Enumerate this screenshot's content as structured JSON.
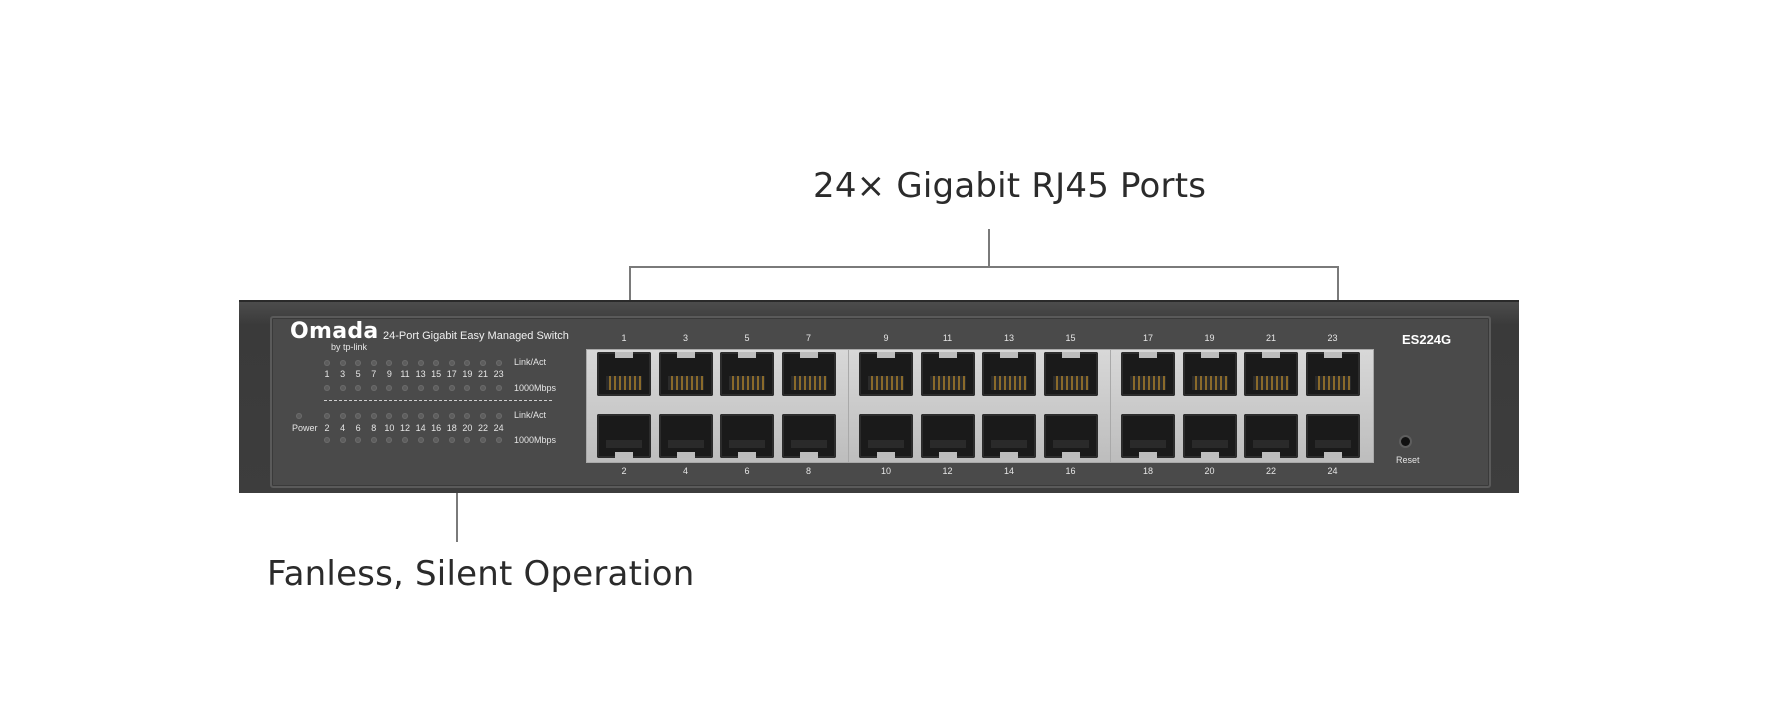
{
  "callouts": {
    "ports": "24× Gigabit RJ45 Ports",
    "fanless": "Fanless, Silent Operation"
  },
  "device": {
    "brand": "Omada",
    "brand_sub": "by tp-link",
    "panel_title": "24-Port Gigabit Easy Managed Switch",
    "model": "ES224G",
    "reset_label": "Reset",
    "power_label": "Power",
    "led_labels": {
      "link_act_1": "Link/Act",
      "speed_1": "1000Mbps",
      "link_act_2": "Link/Act",
      "speed_2": "1000Mbps"
    },
    "led_numbers_odd": [
      "1",
      "3",
      "5",
      "7",
      "9",
      "11",
      "13",
      "15",
      "17",
      "19",
      "21",
      "23"
    ],
    "led_numbers_even": [
      "2",
      "4",
      "6",
      "8",
      "10",
      "12",
      "14",
      "16",
      "18",
      "20",
      "22",
      "24"
    ],
    "port_numbers_top": [
      "1",
      "3",
      "5",
      "7",
      "9",
      "11",
      "13",
      "15",
      "17",
      "19",
      "21",
      "23"
    ],
    "port_numbers_bottom": [
      "2",
      "4",
      "6",
      "8",
      "10",
      "12",
      "14",
      "16",
      "18",
      "20",
      "22",
      "24"
    ]
  }
}
